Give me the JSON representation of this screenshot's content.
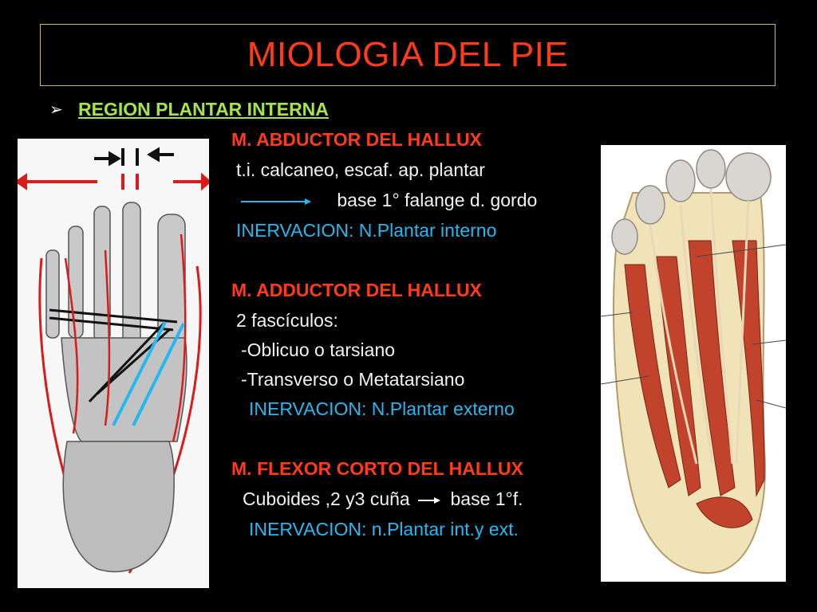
{
  "slide": {
    "title": "MIOLOGIA DEL PIE",
    "bullet_label": "REGION PLANTAR INTERNA"
  },
  "sections": {
    "abductor": {
      "heading": "M. ABDUCTOR DEL HALLUX",
      "origin": "t.i. calcaneo, escaf. ap. plantar",
      "insertion": "base 1° falange d. gordo",
      "innervation": "INERVACION: N.Plantar interno"
    },
    "adductor": {
      "heading": "M. ADDUCTOR  DEL HALLUX",
      "fasciculos": "2 fascículos:",
      "oblique": "-Oblicuo o tarsiano",
      "transverse": "-Transverso o Metatarsiano",
      "innervation": "INERVACION: N.Plantar externo"
    },
    "flexor": {
      "heading": "M. FLEXOR CORTO DEL HALLUX",
      "origin": "Cuboides ,2 y3 cuña",
      "insertion": "base 1°f.",
      "innervation": "INERVACION: n.Plantar int.y ext."
    }
  },
  "colors": {
    "title": "#ff3b1a",
    "heading": "#ff3b1a",
    "bullet": "#a7e34a",
    "innervation": "#25b9f0",
    "body_text": "#f2f2f2",
    "background": "#000000"
  },
  "icons": [
    "bullet-arrow-icon",
    "insertion-arrow-icon"
  ],
  "images": [
    "foot-skeleton-illustration",
    "foot-muscle-illustration"
  ]
}
